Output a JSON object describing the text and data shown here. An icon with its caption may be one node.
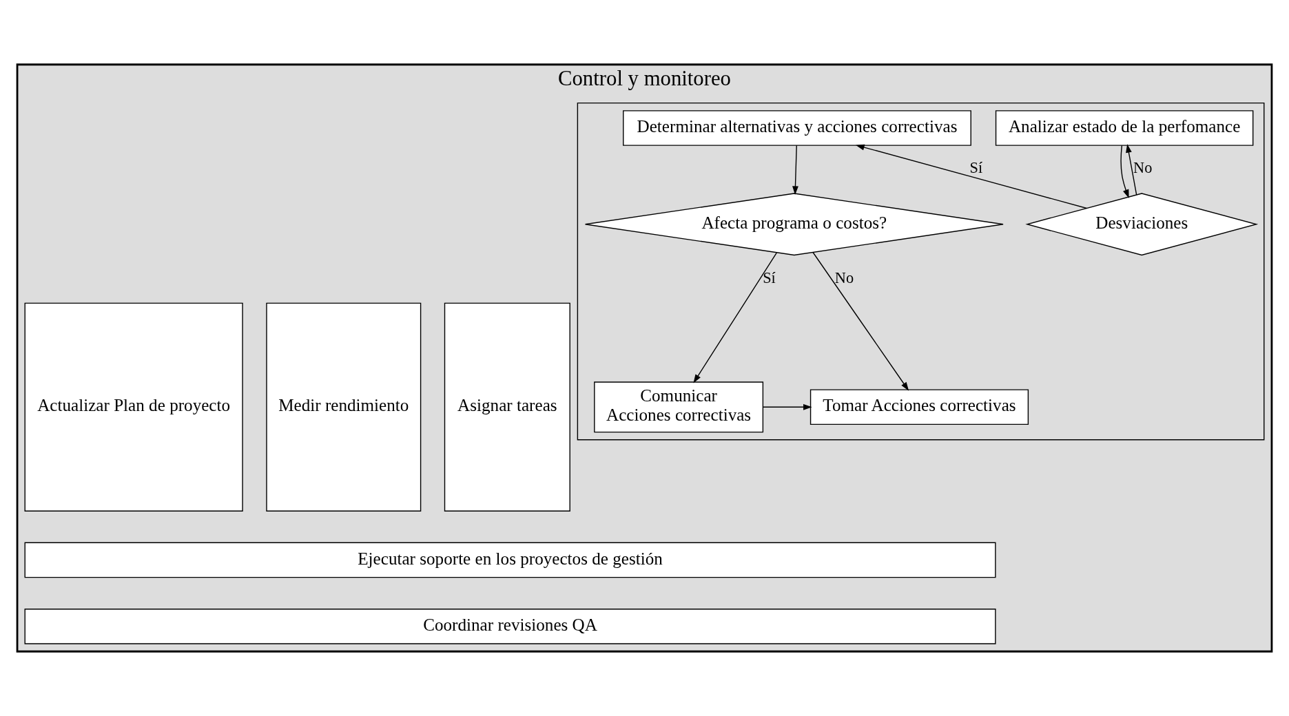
{
  "diagram": {
    "nodes": [
      {
        "text": [
          "Control y monitoreo"
        ]
      },
      {
        "text": [
          "Asignar tareas"
        ],
        "in": 0
      },
      {
        "text": [
          "Medir rendimiento"
        ],
        "in": 0
      },
      {
        "text": [],
        "shape": "box",
        "in": 0
      },
      {
        "text": [
          "Analizar estado de la perfomance"
        ],
        "in": 3
      },
      {
        "text": [
          "Determinar alternativas y acciones correctivas"
        ],
        "in": 3
      },
      {
        "text": [
          "Desviaciones"
        ],
        "in": 3
      },
      {
        "text": [
          "Afecta programa o costos?"
        ],
        "in": 3
      },
      {
        "text": [
          "Comunicar",
          "Acciones correctivas"
        ],
        "in": 3
      },
      {
        "text": [
          "Tomar Acciones correctivas"
        ],
        "in": 3
      },
      {
        "text": [
          "Actualizar Plan de proyecto"
        ],
        "in": 0
      },
      {
        "text": [
          "Ejecutar soporte en los proyectos de gestión"
        ],
        "in": 0
      },
      {
        "text": [
          "Coordinar revisiones QA"
        ],
        "in": 0
      }
    ],
    "edges": [
      {
        "from": 4,
        "to": 6,
        "arrow": "to"
      },
      {
        "from": 6,
        "to": 4,
        "arrow": "to",
        "label": "No"
      },
      {
        "from": 6,
        "to": 5,
        "arrow": "to",
        "label": "Sí"
      },
      {
        "from": 5,
        "to": 7,
        "arrow": "to"
      },
      {
        "from": 7,
        "to": 8,
        "arrow": "to",
        "label": "Sí"
      },
      {
        "from": 8,
        "to": 9,
        "arrow": "to"
      },
      {
        "from": 7,
        "to": 9,
        "arrow": "to",
        "label": "No"
      }
    ]
  }
}
